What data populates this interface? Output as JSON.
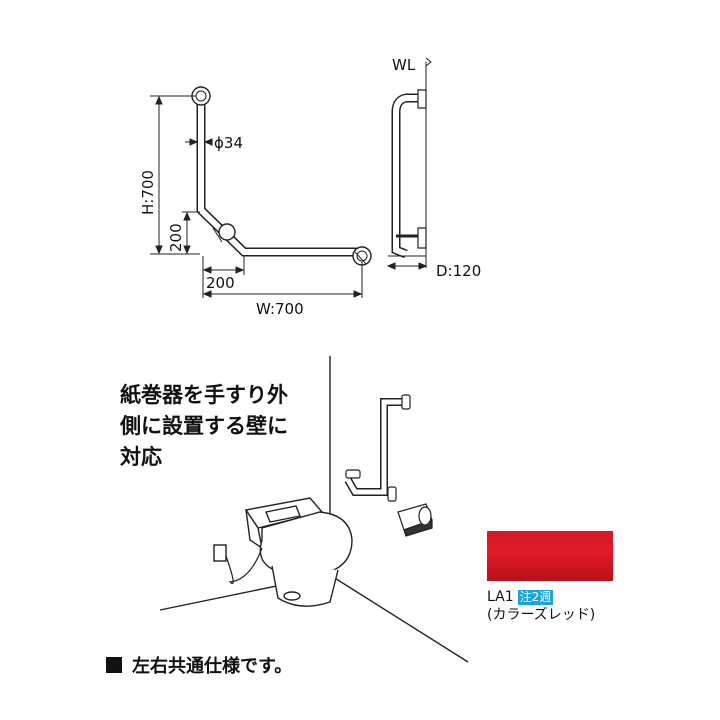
{
  "drawing": {
    "height_label": "H:700",
    "lower_height_label": "200",
    "diameter_label": "ϕ34",
    "width_inner_label": "200",
    "width_label": "W:700",
    "wall_label": "WL",
    "depth_label": "D:120"
  },
  "description_text": "紙巻器を手すり外\n側に設置する壁に\n対応",
  "color": {
    "code": "LA1",
    "note_badge": "注2週",
    "name": "(カラーズレッド)",
    "swatch_hex": "#d81c26",
    "badge_hex": "#1ba3dc"
  },
  "footer_text": "左右共通仕様です。"
}
